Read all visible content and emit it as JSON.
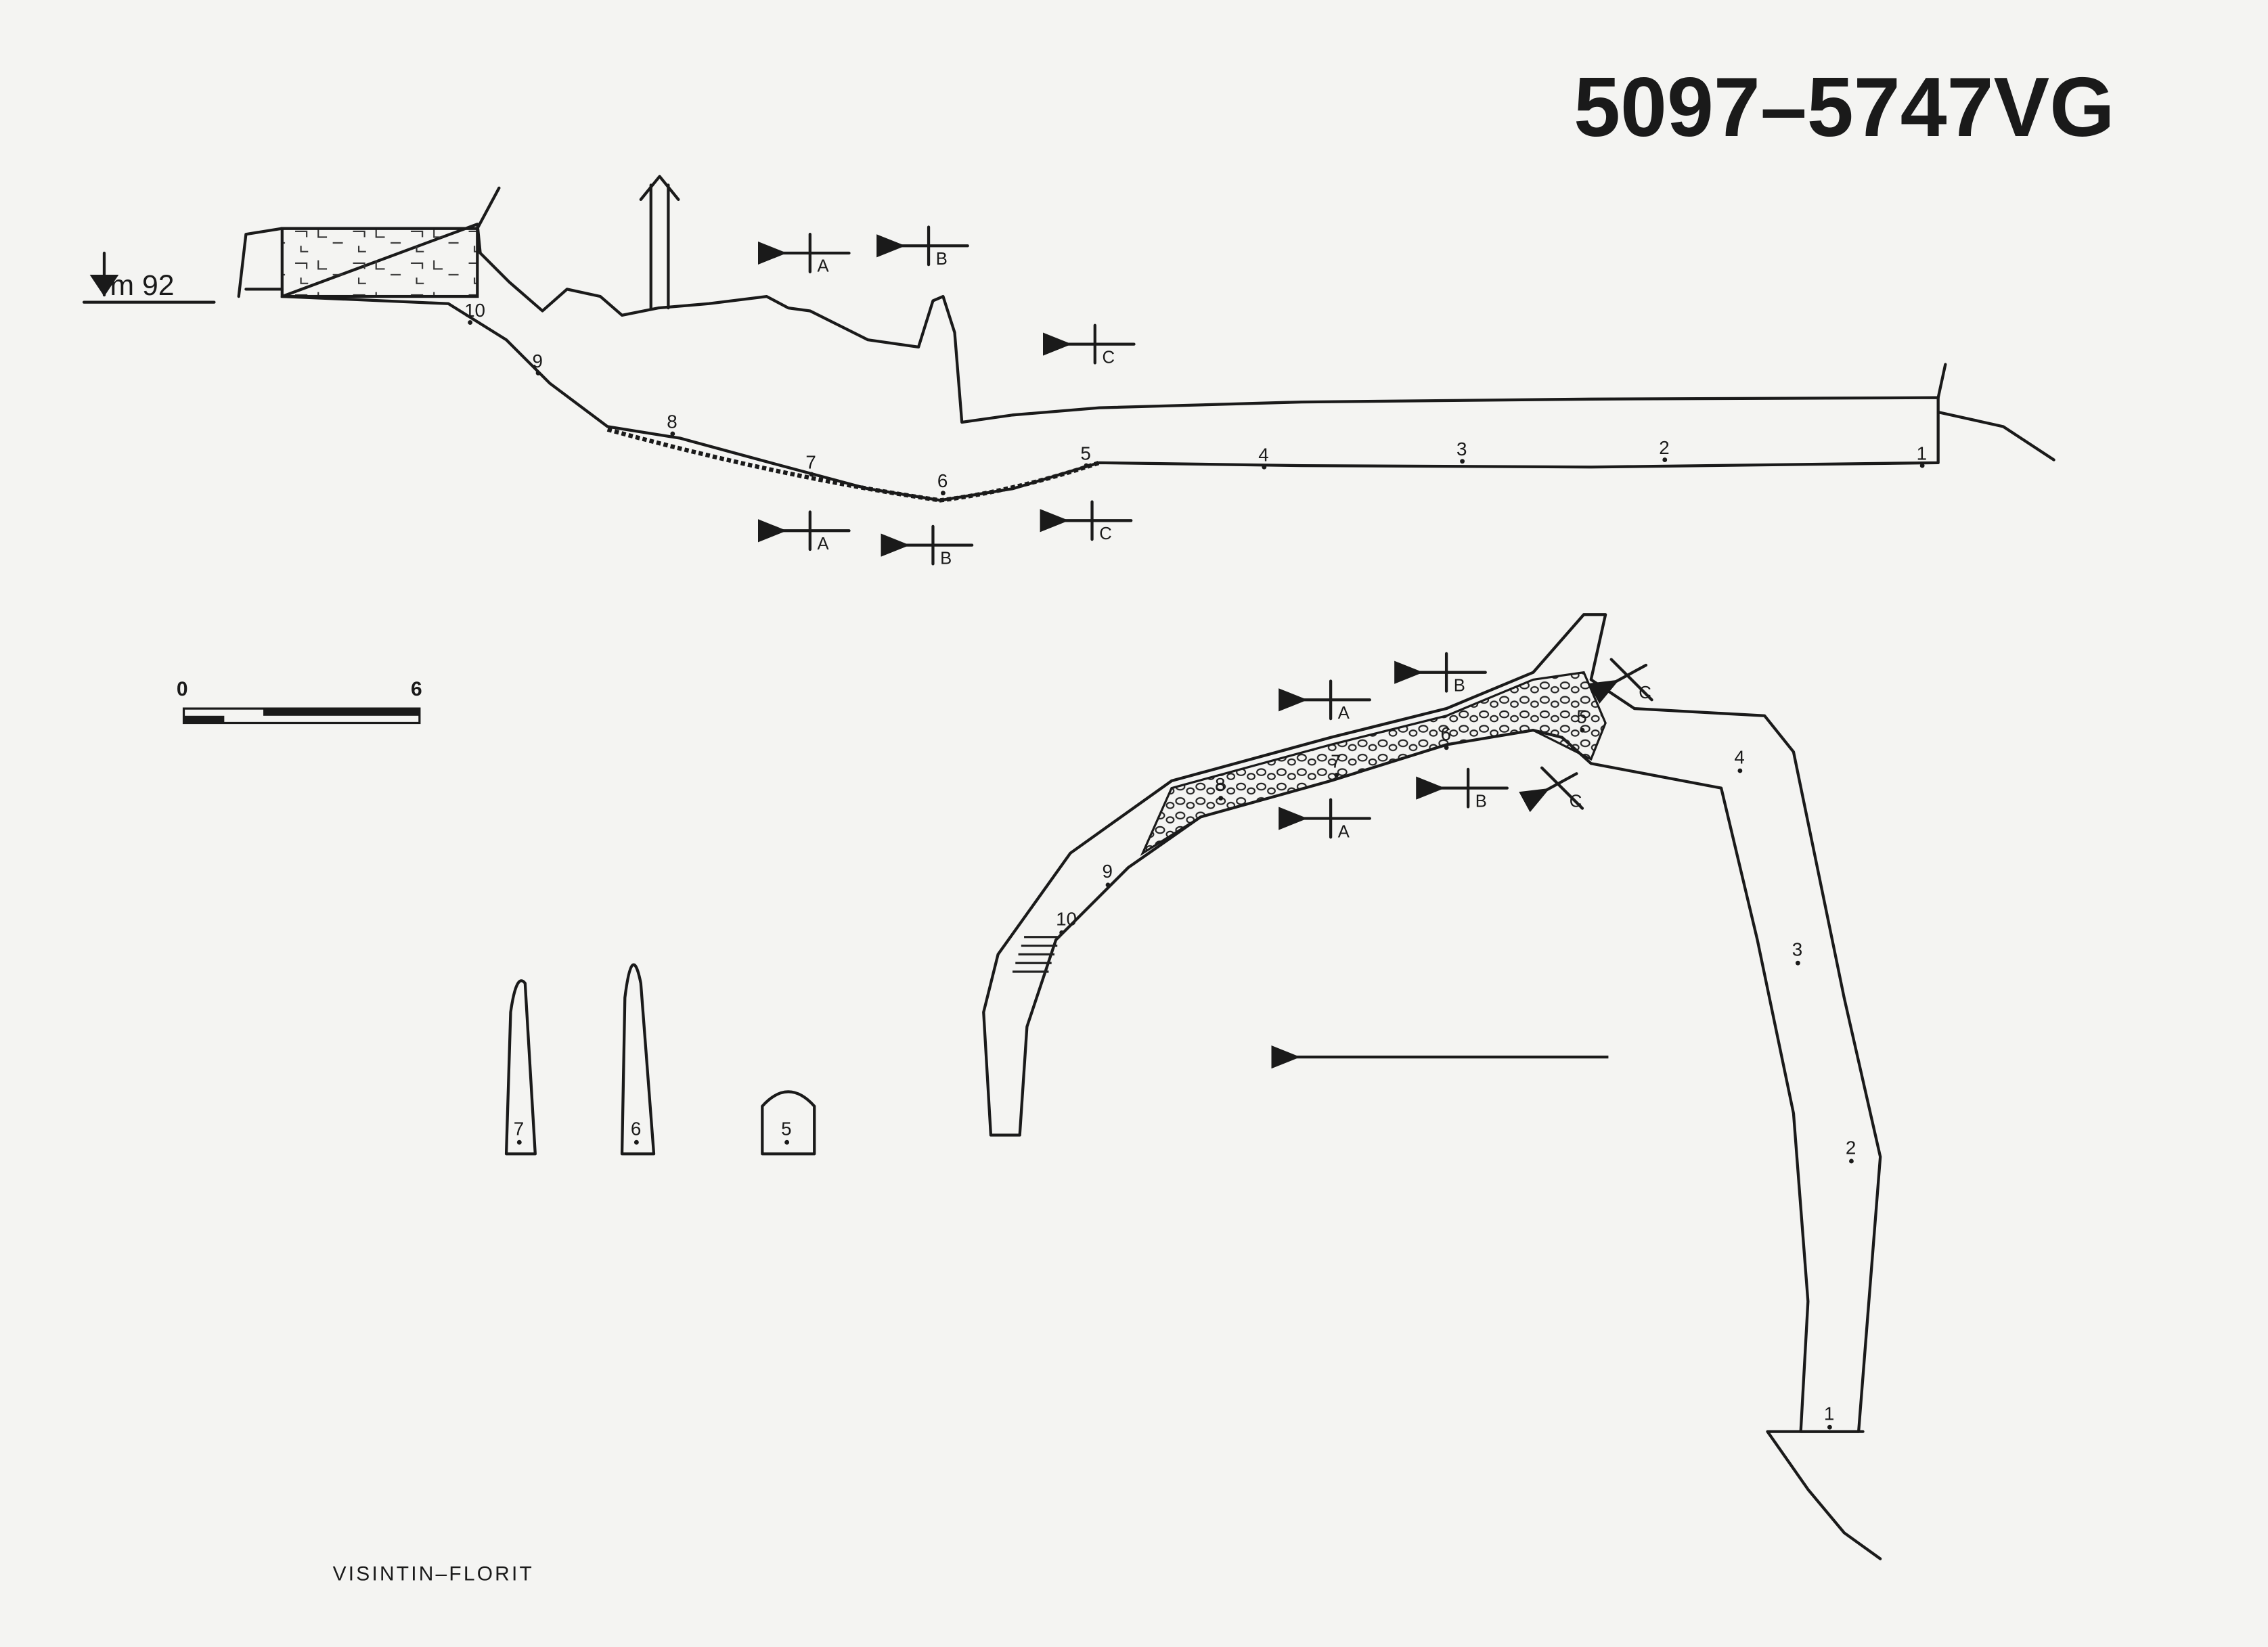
{
  "title": "5097–5747VG",
  "elevation": {
    "marker_label": "m 92"
  },
  "scale_bar": {
    "start_label": "0",
    "end_label": "6"
  },
  "author": "VISINTIN–FLORIT",
  "stations": [
    "1",
    "2",
    "3",
    "4",
    "5",
    "6",
    "7",
    "8",
    "9",
    "10"
  ],
  "sections": {
    "a": "A",
    "b": "B",
    "c": "C"
  },
  "cross_sections": [
    "7",
    "6",
    "5"
  ],
  "colors": {
    "ink": "#1a1a1a",
    "paper": "#f4f4f2"
  }
}
